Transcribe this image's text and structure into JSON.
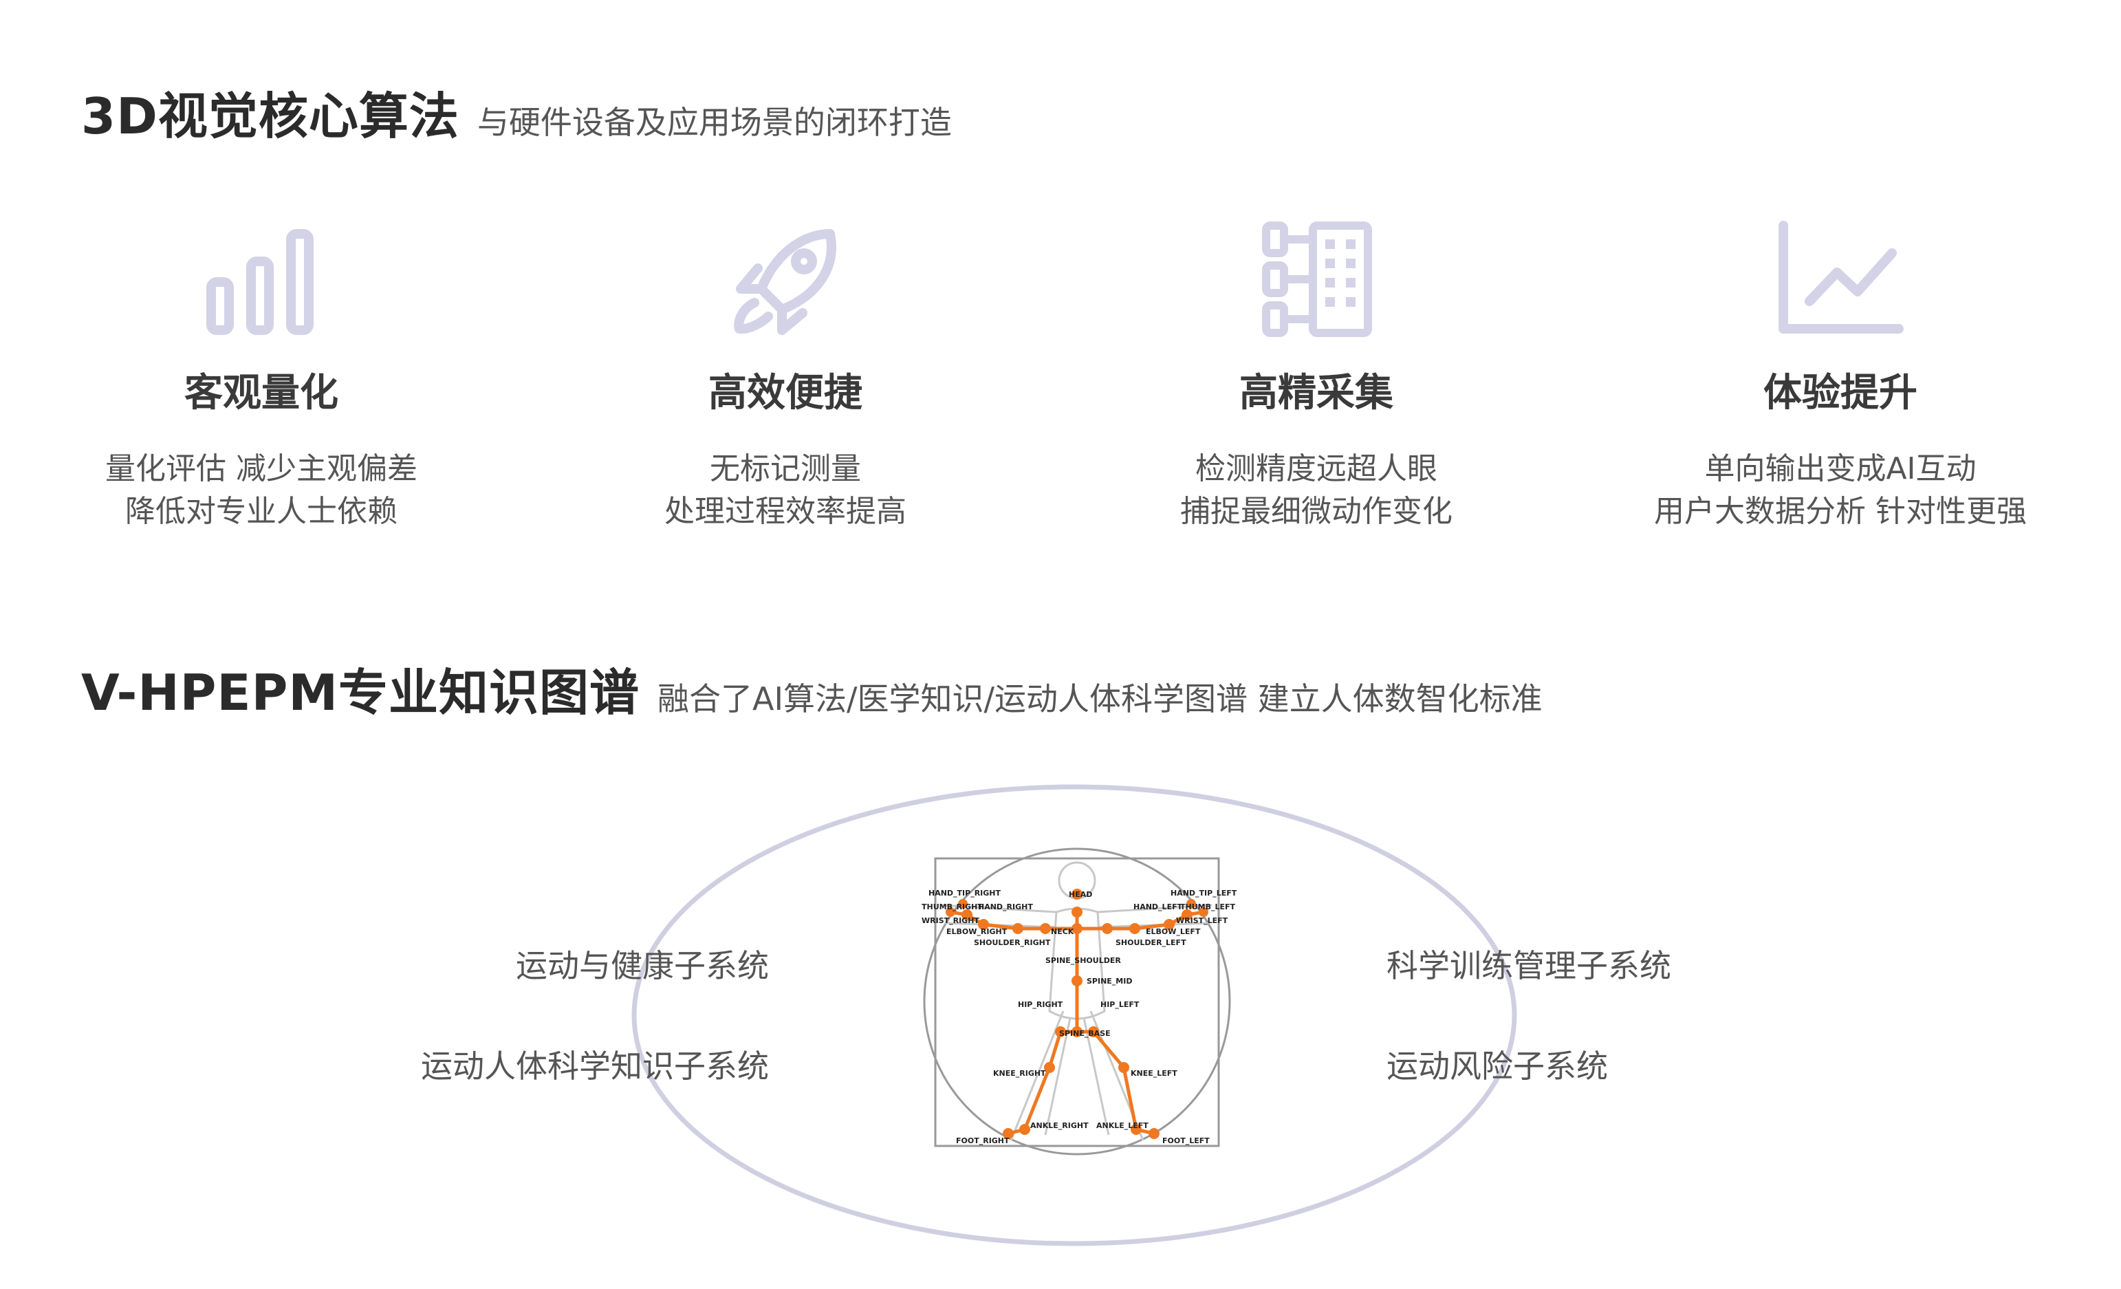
{
  "section1": {
    "title": "3D视觉核心算法",
    "subtitle": "与硬件设备及应用场景的闭环打造"
  },
  "features": [
    {
      "icon": "bar-chart-icon",
      "name": "客观量化",
      "desc_line1": "量化评估 减少主观偏差",
      "desc_line2": "降低对专业人士依赖"
    },
    {
      "icon": "rocket-icon",
      "name": "高效便捷",
      "desc_line1": "无标记测量",
      "desc_line2": "处理过程效率提高"
    },
    {
      "icon": "building-icon",
      "name": "高精采集",
      "desc_line1": "检测精度远超人眼",
      "desc_line2": "捕捉最细微动作变化"
    },
    {
      "icon": "line-chart-icon",
      "name": "体验提升",
      "desc_line1": "单向输出变成AI互动",
      "desc_line2": "用户大数据分析 针对性更强"
    }
  ],
  "section2": {
    "title": "V-HPEPM专业知识图谱",
    "subtitle": "融合了AI算法/医学知识/运动人体科学图谱 建立人体数智化标准"
  },
  "subsystems": {
    "left_1": "运动与健康子系统",
    "left_2": "运动人体科学知识子系统",
    "right_1": "科学训练管理子系统",
    "right_2": "运动风险子系统"
  },
  "skeleton": {
    "joint_color": "#f07820",
    "labels": {
      "hand_tip_right": "HAND_TIP_RIGHT",
      "thumb_right": "THUMB_RIGHT",
      "hand_right": "HAND_RIGHT",
      "wrist_right": "WRIST_RIGHT",
      "elbow_right": "ELBOW_RIGHT",
      "shoulder_right": "SHOULDER_RIGHT",
      "head": "HEAD",
      "neck": "NECK",
      "spine_shoulder": "SPINE_SHOULDER",
      "spine_mid": "SPINE_MID",
      "hip_right": "HIP_RIGHT",
      "hip_left": "HIP_LEFT",
      "spine_base": "SPINE_BASE",
      "knee_right": "KNEE_RIGHT",
      "knee_left": "KNEE_LEFT",
      "ankle_right": "ANKLE_RIGHT",
      "ankle_left": "ANKLE_LEFT",
      "foot_right": "FOOT_RIGHT",
      "foot_left": "FOOT_LEFT",
      "hand_tip_left": "HAND_TIP_LEFT",
      "hand_left": "HAND_LEFT",
      "thumb_left": "THUMB_LEFT",
      "wrist_left": "WRIST_LEFT",
      "elbow_left": "ELBOW_LEFT",
      "shoulder_left": "SHOULDER_LEFT"
    }
  },
  "colors": {
    "icon": "#d4d2e6",
    "ellipse": "#d0cfe2",
    "accent": "#f07820"
  }
}
